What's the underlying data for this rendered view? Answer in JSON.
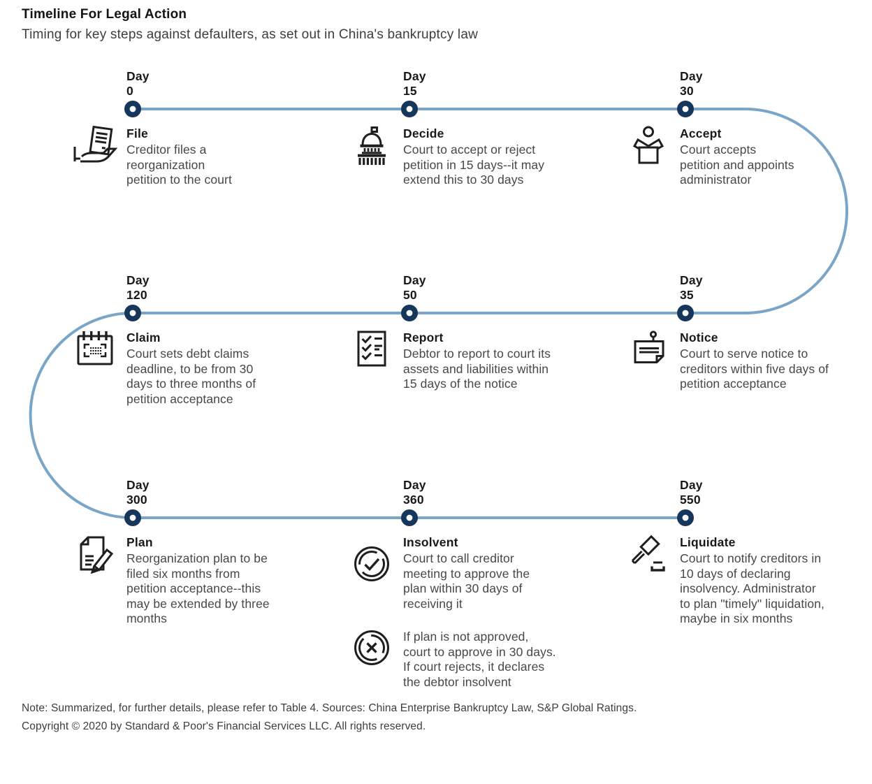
{
  "header": {
    "title": "Timeline For Legal Action",
    "subtitle": "Timing for key steps against defaulters, as set out in China's bankruptcy law"
  },
  "colors": {
    "timeline_line": "#7aa5c6",
    "timeline_dot": "#16365c",
    "icon_ink": "#1f1f1f",
    "body_text": "#474747",
    "heading_text": "#191919"
  },
  "timeline": {
    "milestones": [
      {
        "day_label": "Day",
        "day_value": "0",
        "title": "File",
        "icon": "hand-document-icon",
        "desc": "Creditor files a\nreorganization\npetition to the court"
      },
      {
        "day_label": "Day",
        "day_value": "15",
        "title": "Decide",
        "icon": "courthouse-icon",
        "desc": "Court to accept or reject\npetition in 15 days--it may\nextend this to 30 days"
      },
      {
        "day_label": "Day",
        "day_value": "30",
        "title": "Accept",
        "icon": "person-reading-icon",
        "desc": "Court accepts\npetition and appoints\nadministrator"
      },
      {
        "day_label": "Day",
        "day_value": "120",
        "title": "Claim",
        "icon": "calendar-icon",
        "desc": "Court sets debt claims\ndeadline, to be from 30\ndays to three months of\npetition acceptance"
      },
      {
        "day_label": "Day",
        "day_value": "50",
        "title": "Report",
        "icon": "checklist-icon",
        "desc": "Debtor to report to court its\nassets and liabilities within\n15 days of the notice"
      },
      {
        "day_label": "Day",
        "day_value": "35",
        "title": "Notice",
        "icon": "pinned-note-icon",
        "desc": "Court to serve notice to\ncreditors within five days of\npetition acceptance"
      },
      {
        "day_label": "Day",
        "day_value": "300",
        "title": "Plan",
        "icon": "document-pencil-icon",
        "desc": "Reorganization plan to be\nfiled six months from\npetition acceptance--this\nmay be extended by three\nmonths"
      },
      {
        "day_label": "Day",
        "day_value": "360",
        "title": "Insolvent",
        "icon": "check-circle-icon",
        "desc": "Court to call creditor\nmeeting to approve the\nplan within 30 days of\nreceiving it",
        "icon2": "x-circle-icon",
        "desc2": "If plan is not approved,\ncourt to approve in 30 days.\nIf court rejects, it declares\nthe debtor insolvent"
      },
      {
        "day_label": "Day",
        "day_value": "550",
        "title": "Liquidate",
        "icon": "gavel-icon",
        "desc": "Court to notify creditors in\n10 days of declaring\ninsolvency. Administrator\nto plan \"timely\" liquidation,\nmaybe in six months"
      }
    ]
  },
  "footer": {
    "note": "Note: Summarized, for further details, please refer to Table 4. Sources: China Enterprise Bankruptcy Law, S&P Global Ratings.",
    "copyright": "Copyright © 2020 by Standard & Poor's Financial Services LLC. All rights reserved."
  }
}
